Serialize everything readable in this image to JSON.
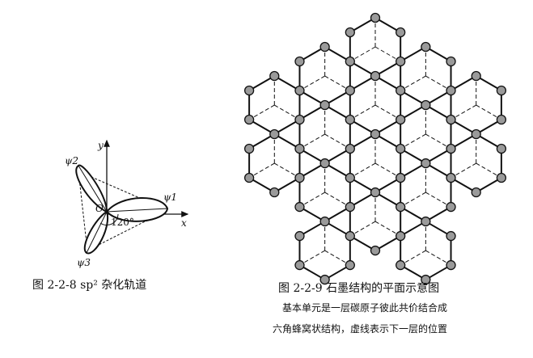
{
  "left_figure": {
    "caption": "图 2-2-8   sp² 杂化轨道",
    "axis_x_label": "x",
    "axis_y_label": "y",
    "origin_label": "O",
    "angle_label": "120°",
    "orbital_labels": [
      "ψ1",
      "ψ2",
      "ψ3"
    ]
  },
  "right_figure": {
    "caption_title": "图 2-2-9   石墨结构的平面示意图",
    "caption_line2": "基本单元是一层碳原子彼此共价结合成",
    "caption_line3": "六角蜂窝状结构，虚线表示下一层的位置"
  },
  "colors": {
    "atom_fill": "#9a9a9a",
    "line": "#111111"
  }
}
